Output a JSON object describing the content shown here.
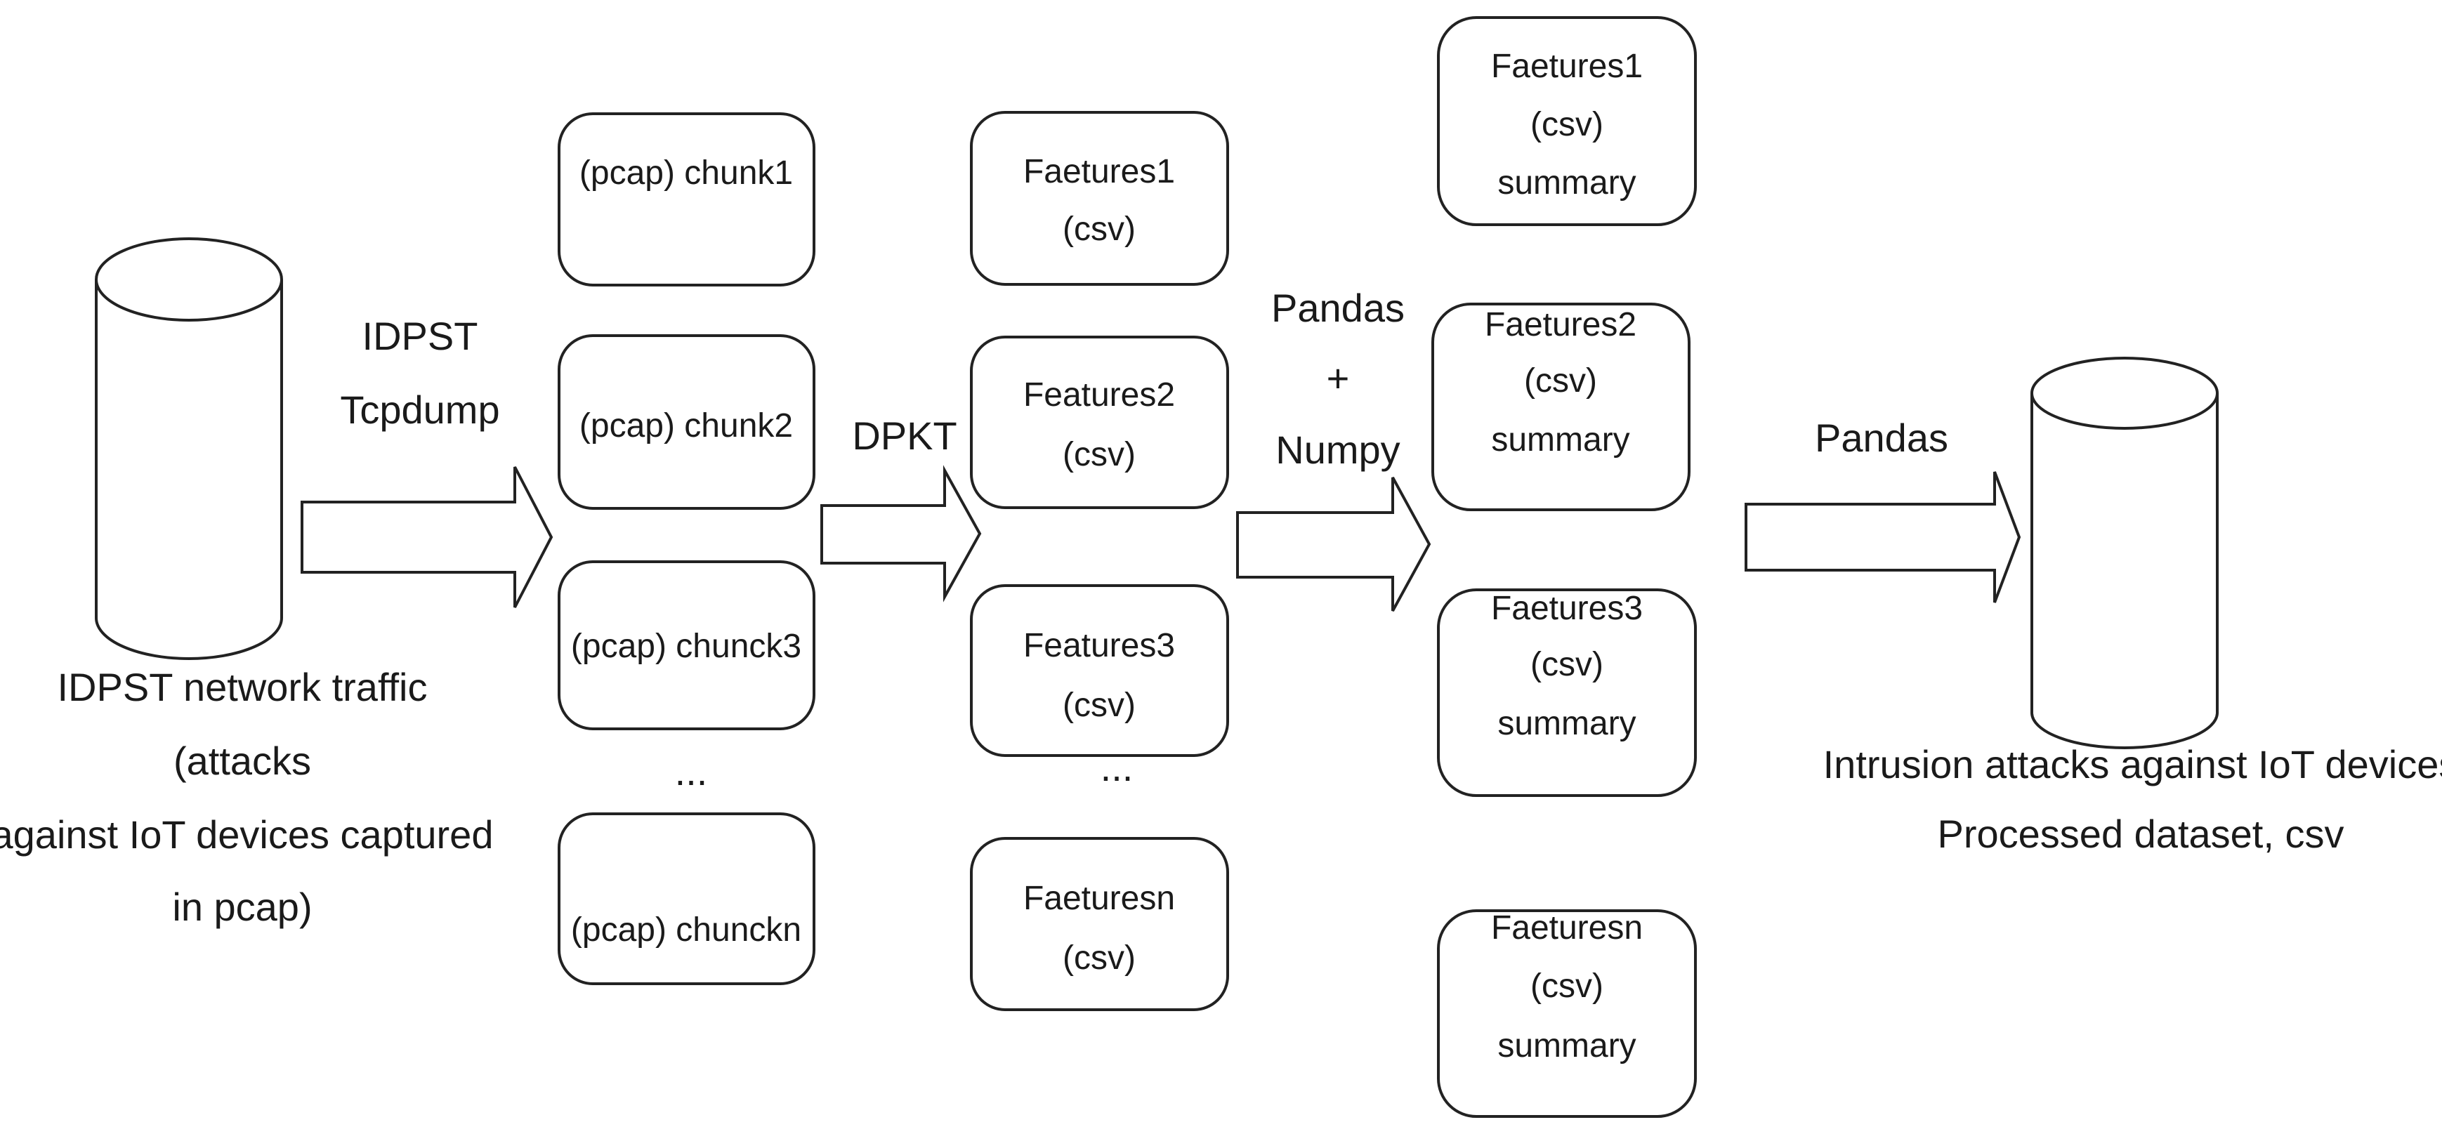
{
  "source": {
    "label_lines": [
      "IDPST network traffic",
      "(attacks",
      "against IoT devices captured",
      "in pcap)"
    ]
  },
  "step1_label_lines": [
    "IDPST",
    "Tcpdump"
  ],
  "chunks": [
    {
      "text": "(pcap) chunk1"
    },
    {
      "text": "(pcap) chunk2"
    },
    {
      "text": "(pcap) chunck3"
    },
    {
      "text": "(pcap) chunckn"
    }
  ],
  "chunks_ellipsis": "...",
  "step2_label": "DPKT",
  "features": [
    {
      "lines": [
        "Faetures1",
        "(csv)"
      ]
    },
    {
      "lines": [
        "Features2",
        "(csv)"
      ]
    },
    {
      "lines": [
        "Features3",
        "(csv)"
      ]
    },
    {
      "lines": [
        "Faeturesn",
        "(csv)"
      ]
    }
  ],
  "features_ellipsis": "...",
  "step3_label_lines": [
    "Pandas",
    "+",
    "Numpy"
  ],
  "summaries": [
    {
      "lines": [
        "Faetures1",
        "(csv)",
        "summary"
      ]
    },
    {
      "lines": [
        "Faetures2",
        "(csv)",
        "summary"
      ]
    },
    {
      "lines": [
        "Faetures3",
        "(csv)",
        "summary"
      ]
    },
    {
      "lines": [
        "Faeturesn",
        "(csv)",
        "summary"
      ]
    }
  ],
  "step4_label": "Pandas",
  "output": {
    "label_lines": [
      "Intrusion attacks against IoT devices",
      "Processed dataset, csv"
    ]
  }
}
